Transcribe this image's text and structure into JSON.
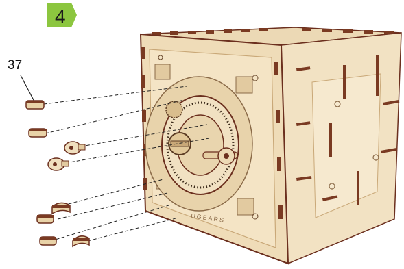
{
  "step": {
    "number": "4",
    "badge_color": "#8cc63f"
  },
  "callout": {
    "part_number": "37"
  },
  "box": {
    "brand": "UGEARS"
  },
  "colors": {
    "wood_light": "#f0dfbf",
    "wood_mid": "#e2caa0",
    "wood_dark": "#c9a878",
    "edge_brown": "#6b2f1e",
    "leader_line": "#222222"
  }
}
